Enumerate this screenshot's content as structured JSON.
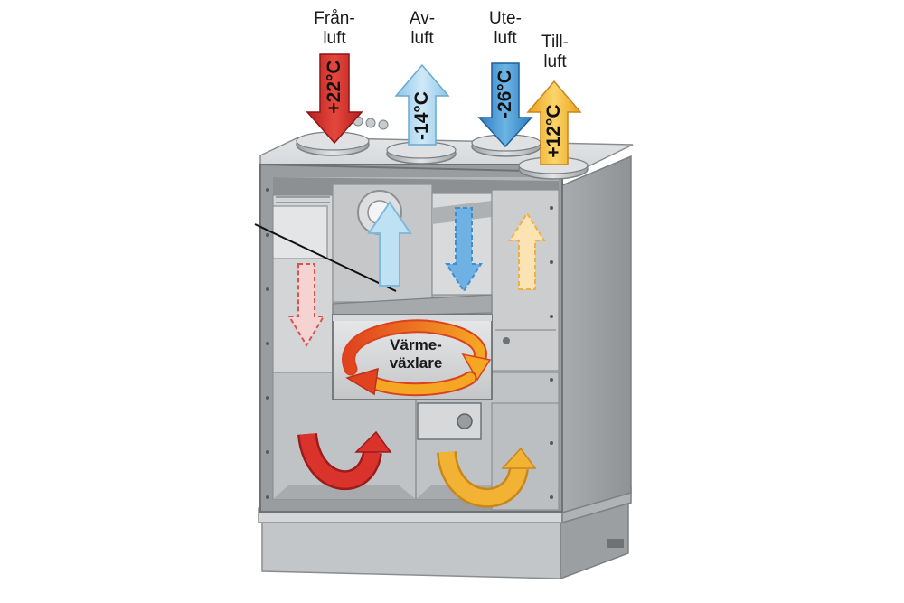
{
  "labels": {
    "franluft": {
      "line1": "Från-",
      "line2": "luft"
    },
    "avluft": {
      "line1": "Av-",
      "line2": "luft"
    },
    "uteluft": {
      "line1": "Ute-",
      "line2": "luft"
    },
    "tilluft": {
      "line1": "Till-",
      "line2": "luft"
    }
  },
  "temperatures": {
    "franluft": "+22°C",
    "avluft": "-14°C",
    "uteluft": "-26°C",
    "tilluft": "+12°C"
  },
  "heat_exchanger": {
    "line1": "Värme-",
    "line2": "växlare"
  },
  "colors": {
    "warm_red": "#d9332b",
    "cold_light_blue": "#9fd2ef",
    "cold_blue": "#3c8fd1",
    "mild_orange": "#f2b233",
    "cabinet": "#c9cccf"
  }
}
